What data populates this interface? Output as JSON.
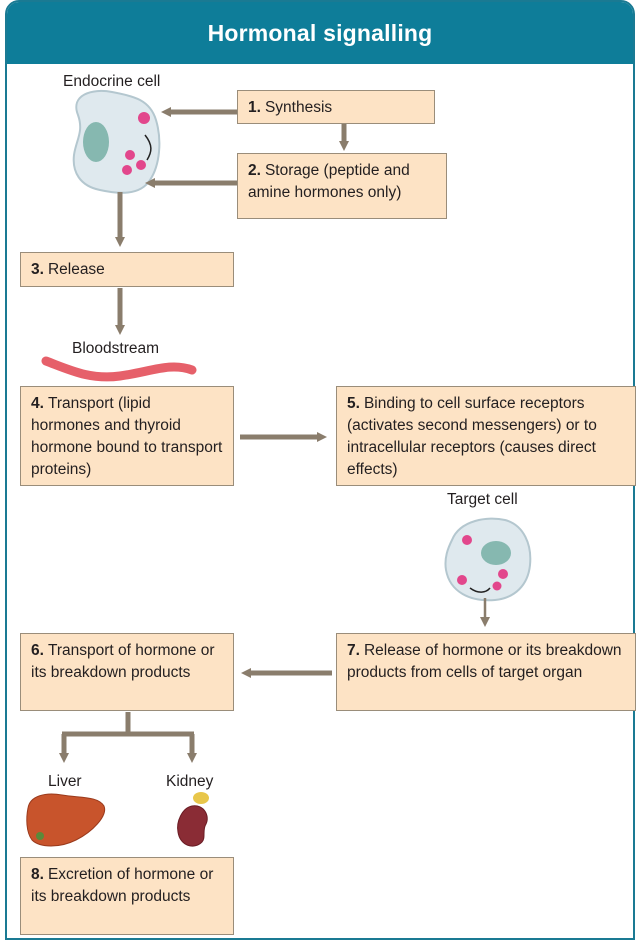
{
  "title": "Hormonal signalling",
  "labels": {
    "endocrine_cell": "Endocrine cell",
    "bloodstream": "Bloodstream",
    "target_cell": "Target cell",
    "liver": "Liver",
    "kidney": "Kidney"
  },
  "steps": [
    {
      "num": "1.",
      "text": "Synthesis"
    },
    {
      "num": "2.",
      "text": "Storage (peptide and amine hormones only)"
    },
    {
      "num": "3.",
      "text": "Release"
    },
    {
      "num": "4.",
      "text": "Transport (lipid hormones and thyroid hormone bound to transport proteins)"
    },
    {
      "num": "5.",
      "text": "Binding to cell surface receptors (activates second messengers) or to intracellular receptors (causes direct effects)"
    },
    {
      "num": "6.",
      "text": "Transport of hormone or its breakdown products"
    },
    {
      "num": "7.",
      "text": "Release of hormone or its breakdown products from cells of target organ"
    },
    {
      "num": "8.",
      "text": "Excretion of hormone or its breakdown products"
    }
  ],
  "colors": {
    "header": "#0e7d99",
    "box_fill": "#fde3c5",
    "arrow": "#8a7d6c",
    "vesicle": "#e2478c",
    "cell": "#dfe9ee",
    "nucleus": "#86b8b0",
    "bloodstream": "#e6606a",
    "liver": "#c8542c",
    "kidney": "#8a2c35"
  }
}
